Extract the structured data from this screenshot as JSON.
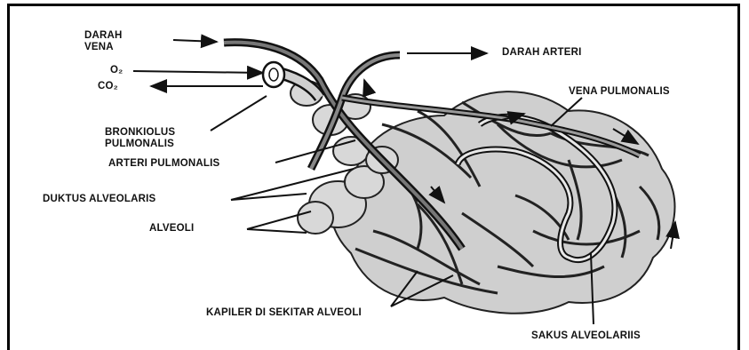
{
  "labels": {
    "darah_vena_1": "DARAH",
    "darah_vena_2": "VENA",
    "o2": "O₂",
    "co2": "CO₂",
    "darah_arteri": "DARAH ARTERI",
    "vena_pulmonalis": "VENA PULMONALIS",
    "bronkiolus_1": "BRONKIOLUS",
    "bronkiolus_2": "PULMONALIS",
    "arteri_pulmonalis": "ARTERI PULMONALIS",
    "duktus": "DUKTUS ALVEOLARIS",
    "alveoli": "ALVEOLI",
    "kapiler": "KAPILER DI SEKITAR ALVEOLI",
    "sakus": "SAKUS ALVEOLARIIS"
  }
}
